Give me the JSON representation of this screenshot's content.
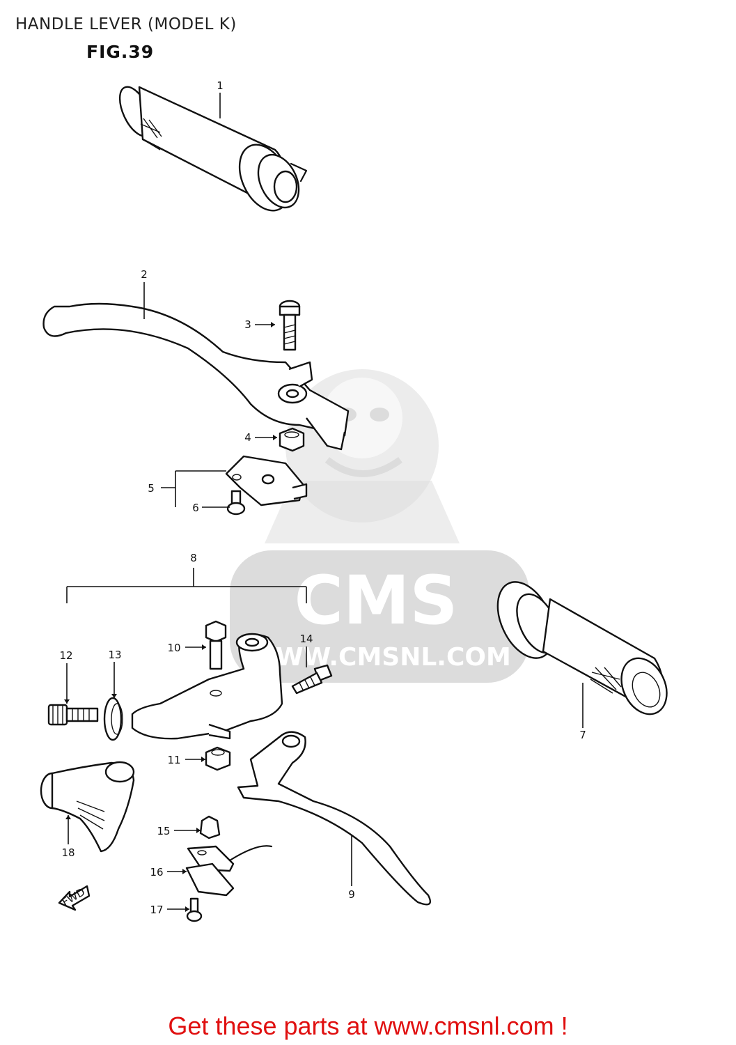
{
  "page_title": "HANDLE LEVER (MODEL K)",
  "figure_label": "FIG.39",
  "watermark": {
    "logo_text": "CMS",
    "url_text": "WWW.CMSNL.COM",
    "color": "#d9d9d9"
  },
  "parts": [
    {
      "ref": "1"
    },
    {
      "ref": "2"
    },
    {
      "ref": "3"
    },
    {
      "ref": "4"
    },
    {
      "ref": "5"
    },
    {
      "ref": "6"
    },
    {
      "ref": "7"
    },
    {
      "ref": "8"
    },
    {
      "ref": "9"
    },
    {
      "ref": "10"
    },
    {
      "ref": "11"
    },
    {
      "ref": "12"
    },
    {
      "ref": "13"
    },
    {
      "ref": "14"
    },
    {
      "ref": "15"
    },
    {
      "ref": "16"
    },
    {
      "ref": "17"
    },
    {
      "ref": "18"
    }
  ],
  "direction_marker": "FWD",
  "footer": {
    "text": "Get these parts at www.cmsnl.com !",
    "color": "#e01010"
  }
}
